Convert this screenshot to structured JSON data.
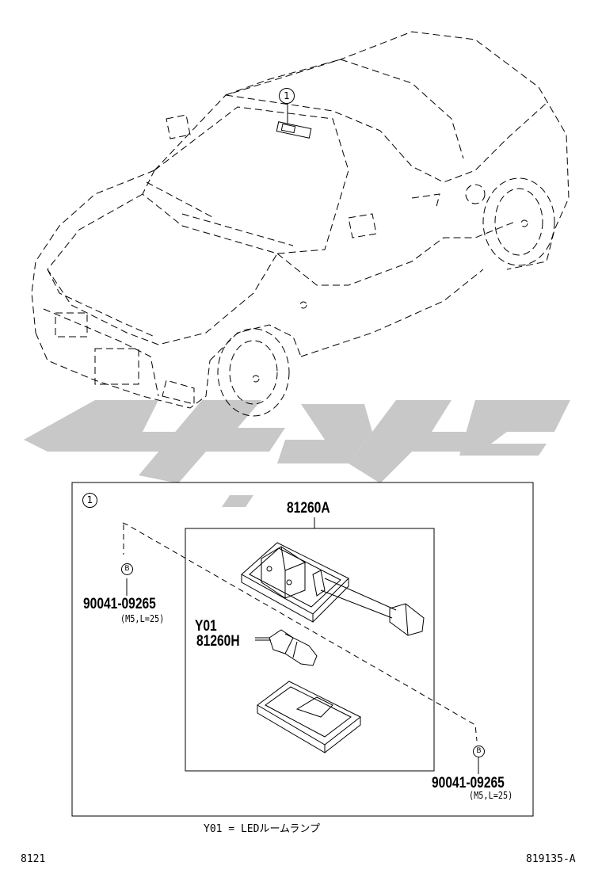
{
  "callout_top": "1",
  "detail": {
    "callout": "1",
    "assembly_part": "81260A",
    "bulb_code": "Y01",
    "bulb_part": "81260H",
    "screw_left": {
      "marker": "B",
      "part": "90041-09265",
      "spec": "(M5,L=25)"
    },
    "screw_right": {
      "marker": "B",
      "part": "90041-09265",
      "spec": "(M5,L=25)"
    }
  },
  "legend": "Y01 = LEDルームランプ",
  "footer": {
    "left": "8121",
    "right": "819135-A"
  },
  "colors": {
    "line": "#000000",
    "watermark": "#c8c8c8",
    "background": "#ffffff"
  }
}
